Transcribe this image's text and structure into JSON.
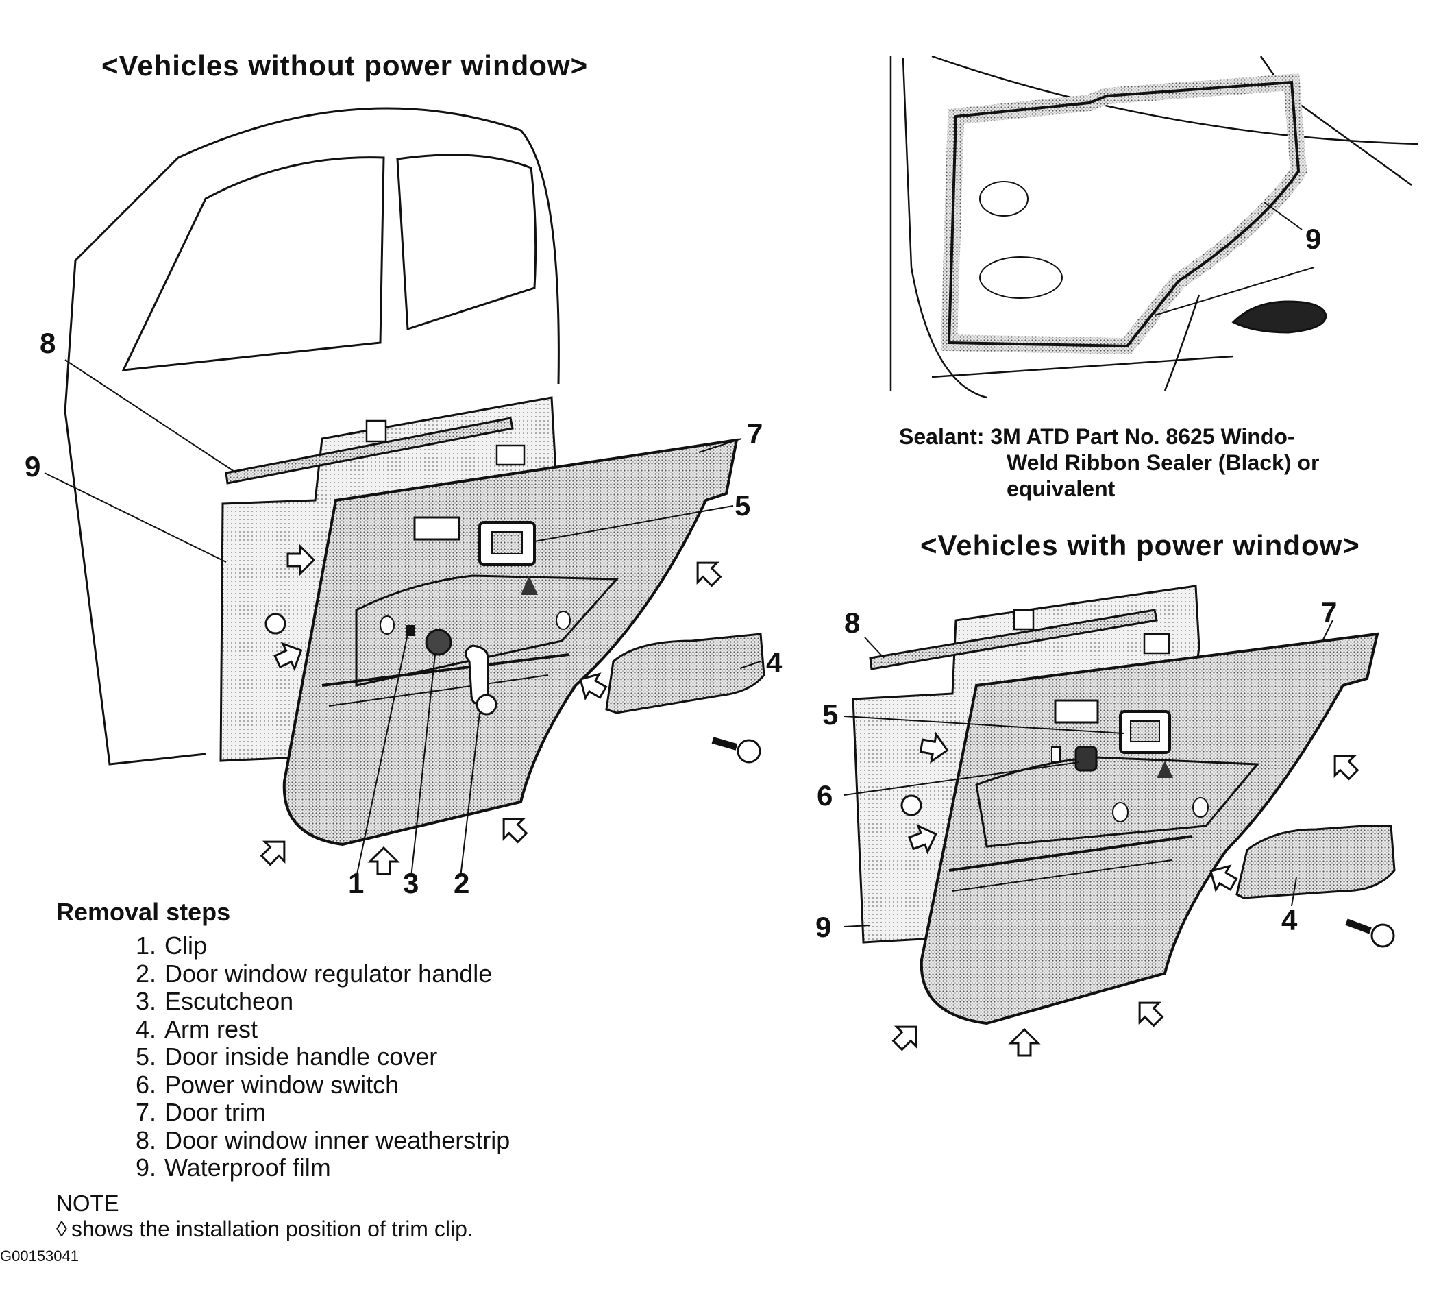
{
  "headings": {
    "without_power": "<Vehicles without power window>",
    "with_power": "<Vehicles with power window>"
  },
  "sealant": {
    "line1": "Sealant: 3M ATD Part No. 8625 Windo-",
    "line2": "Weld Ribbon Sealer (Black) or",
    "line3": "equivalent"
  },
  "callouts_left": {
    "c8": "8",
    "c9": "9",
    "c7": "7",
    "c5": "5",
    "c4": "4",
    "c1": "1",
    "c3": "3",
    "c2": "2"
  },
  "callouts_topright": {
    "c9": "9"
  },
  "callouts_right": {
    "c8": "8",
    "c7": "7",
    "c5": "5",
    "c6": "6",
    "c9": "9",
    "c4": "4"
  },
  "removal": {
    "title": "Removal steps",
    "steps": [
      {
        "num": "1.",
        "label": "Clip"
      },
      {
        "num": "2.",
        "label": "Door window regulator handle"
      },
      {
        "num": "3.",
        "label": "Escutcheon"
      },
      {
        "num": "4.",
        "label": "Arm rest"
      },
      {
        "num": "5.",
        "label": "Door inside handle cover"
      },
      {
        "num": "6.",
        "label": "Power window switch"
      },
      {
        "num": "7.",
        "label": "Door trim"
      },
      {
        "num": "8.",
        "label": "Door window inner weatherstrip"
      },
      {
        "num": "9.",
        "label": "Waterproof film"
      }
    ]
  },
  "note": {
    "title": "NOTE",
    "symbol": "◊",
    "text": "shows the installation position of trim clip."
  },
  "figure_id": "G00153041"
}
